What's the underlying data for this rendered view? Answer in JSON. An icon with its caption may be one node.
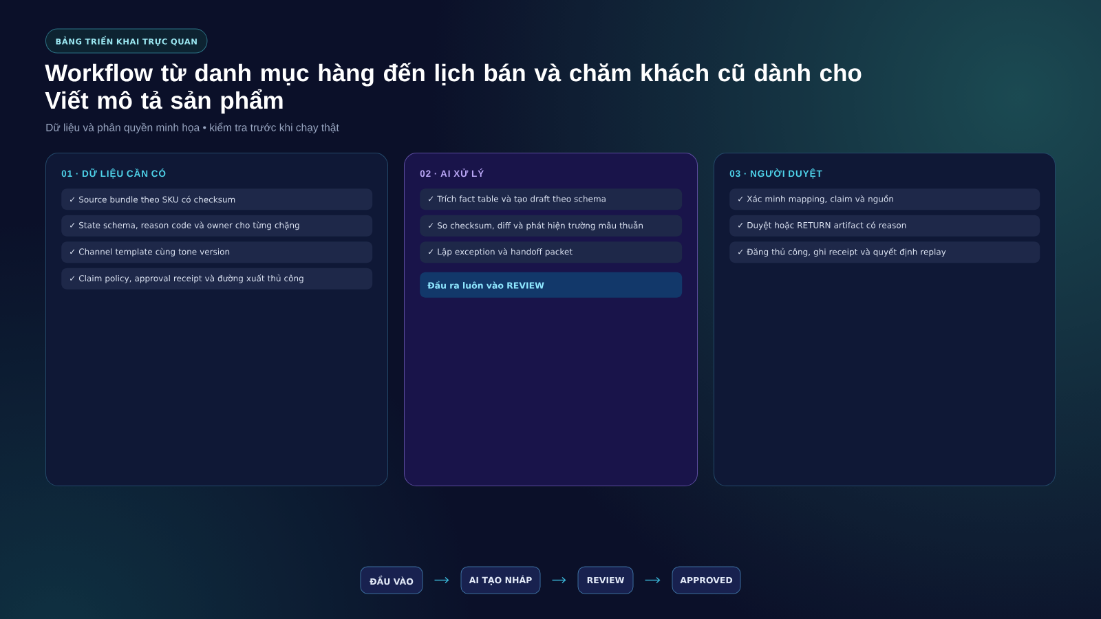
{
  "diagram": {
    "title": "Workflow từ danh mục hàng đến lịch bán và chăm khách cũ dành cho Viết mô tả sản phẩm",
    "nodes": [
      {
        "text": [
          "BẢNG TRIỂN KHAI TRỰC QUAN"
        ]
      },
      {
        "text": [
          "01 · DỮ LIỆU CẦN CÓ"
        ]
      },
      {
        "text": [
          "✓ Source bundle theo SKU có checksum"
        ],
        "in": 1
      },
      {
        "text": [
          "✓ State schema, reason code và owner cho từng chặng"
        ],
        "in": 1
      },
      {
        "text": [
          "✓ Channel template cùng tone version"
        ],
        "in": 1
      },
      {
        "text": [
          "✓ Claim policy, approval receipt và đường xuất thủ công"
        ],
        "in": 1
      },
      {
        "text": [
          "02 · AI XỬ LÝ"
        ]
      },
      {
        "text": [
          "✓ Trích fact table và tạo draft theo schema"
        ],
        "in": 6
      },
      {
        "text": [
          "✓ So checksum, diff và phát hiện trường mâu thuẫn"
        ],
        "in": 6
      },
      {
        "text": [
          "✓ Lập exception và handoff packet"
        ],
        "in": 6
      },
      {
        "text": [
          "Đầu ra luôn vào REVIEW"
        ],
        "in": 6
      },
      {
        "text": [
          "03 · NGƯỜI DUYỆT"
        ]
      },
      {
        "text": [
          "✓ Xác minh mapping, claim và nguồn"
        ],
        "in": 11
      },
      {
        "text": [
          "✓ Duyệt hoặc RETURN artifact có reason"
        ],
        "in": 11
      },
      {
        "text": [
          "✓ Đăng thủ công, ghi receipt và quyết định replay"
        ],
        "in": 11
      },
      {
        "text": [
          "ĐẦU VÀO"
        ]
      },
      {
        "text": [
          "AI TẠO NHÁP"
        ]
      },
      {
        "text": [
          "REVIEW"
        ]
      },
      {
        "text": [
          "APPROVED"
        ]
      }
    ],
    "edges": [
      {
        "from": 15,
        "to": 16,
        "arrow": "to"
      },
      {
        "from": 16,
        "to": 17,
        "arrow": "to"
      },
      {
        "from": 17,
        "to": 18,
        "arrow": "to"
      }
    ],
    "labels": [
      "Dữ liệu và phân quyền minh họa • kiểm tra trước khi chạy thật"
    ]
  }
}
